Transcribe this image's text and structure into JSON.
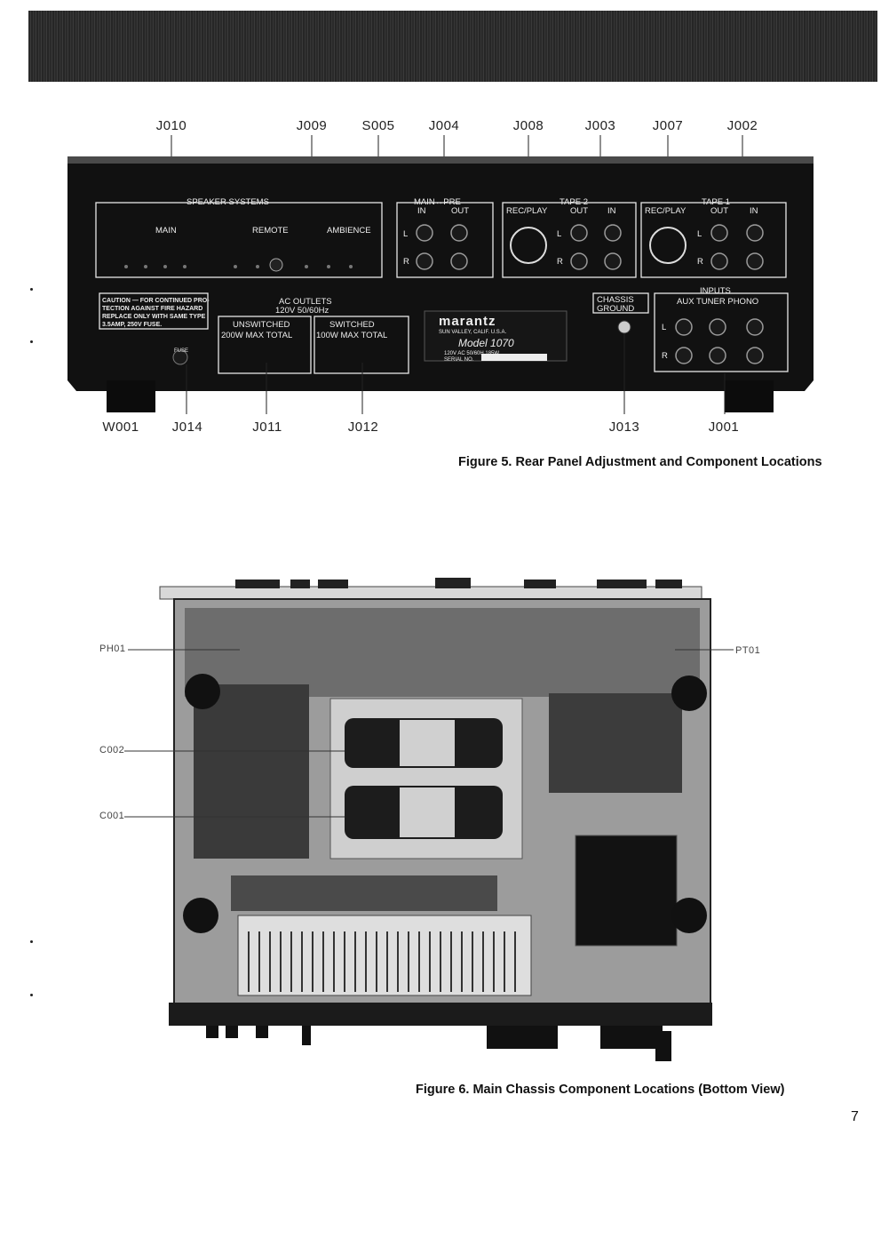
{
  "rear_panel": {
    "top_labels": [
      "J010",
      "J009",
      "S005",
      "J004",
      "J008",
      "J003",
      "J007",
      "J002"
    ],
    "bottom_labels": [
      "W001",
      "J014",
      "J011",
      "J012",
      "J013",
      "J001"
    ],
    "panel_text": {
      "speaker_systems": "SPEAKER SYSTEMS",
      "main": "MAIN",
      "remote": "REMOTE",
      "ambience": "AMBIENCE",
      "r": "R",
      "l": "L",
      "main_pre": "MAIN↔PRE",
      "in": "IN",
      "out": "OUT",
      "tape2": "TAPE 2",
      "tape1": "TAPE 1",
      "rec_play": "REC/PLAY",
      "caution_1": "CAUTION — FOR CONTINUED PRO-",
      "caution_2": "TECTION AGAINST FIRE HAZARD",
      "caution_3": "REPLACE ONLY WITH SAME TYPE",
      "caution_4": "3.5AMP, 250V FUSE.",
      "ac_outlets": "AC OUTLETS",
      "ac_spec": "120V 50/60Hz",
      "unswitched": "UNSWITCHED",
      "unswitched_max": "200W MAX TOTAL",
      "switched": "SWITCHED",
      "switched_max": "100W MAX TOTAL",
      "brand": "marantz",
      "brand_loc": "SUN VALLEY, CALIF. U.S.A.",
      "model": "Model 1070",
      "power_spec": "120V AC 50/60H 185W",
      "serial": "SERIAL NO.",
      "chassis_1": "CHASSIS",
      "chassis_2": "GROUND",
      "inputs": "INPUTS",
      "inputs_sub": "AUX TUNER PHONO",
      "fuse": "FUSE"
    }
  },
  "figure5_caption": "Figure 5.  Rear Panel Adjustment and Component Locations",
  "chassis": {
    "labels": {
      "ph01": "PH01",
      "pt01": "PT01",
      "c002": "C002",
      "c001": "C001"
    }
  },
  "figure6_caption": "Figure 6.  Main Chassis Component Locations (Bottom View)",
  "page_number": "7"
}
